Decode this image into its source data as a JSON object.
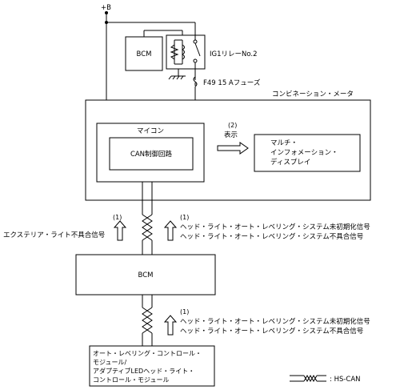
{
  "power": {
    "label": "+B"
  },
  "bcm_top": {
    "label": "BCM"
  },
  "relay": {
    "label": "IG1リレーNo.2"
  },
  "fuse": {
    "label": "F49 15 Aフューズ"
  },
  "combination_meter": {
    "label": "コンビネーション・メータ"
  },
  "microcomputer": {
    "label": "マイコン"
  },
  "can_circuit": {
    "label": "CAN制御回路"
  },
  "display_arrow": {
    "number": "(2)",
    "label": "表示"
  },
  "multi_display": {
    "lines": [
      "マルチ・",
      "インフォメーション・",
      "ディスプレイ"
    ]
  },
  "signal_left": {
    "number": "(1)",
    "label": "エクステリア・ライト不具合信号"
  },
  "signal_right_upper": {
    "number": "(1)",
    "line1": "ヘッド・ライト・オート・レベリング・システム未初期化信号",
    "line2": "ヘッド・ライト・オート・レベリング・システム不具合信号"
  },
  "bcm_middle": {
    "label": "BCM"
  },
  "signal_right_lower": {
    "number": "(1)",
    "line1": "ヘッド・ライト・オート・レベリング・システム未初期化信号",
    "line2": "ヘッド・ライト・オート・レベリング・システム不具合信号"
  },
  "module": {
    "lines": [
      "オート・レベリング・コントロール・",
      "モジュール/",
      "アダプティブLEDヘッド・ライト・",
      "コントロール・モジュール"
    ]
  },
  "legend": {
    "label": ": HS-CAN"
  }
}
